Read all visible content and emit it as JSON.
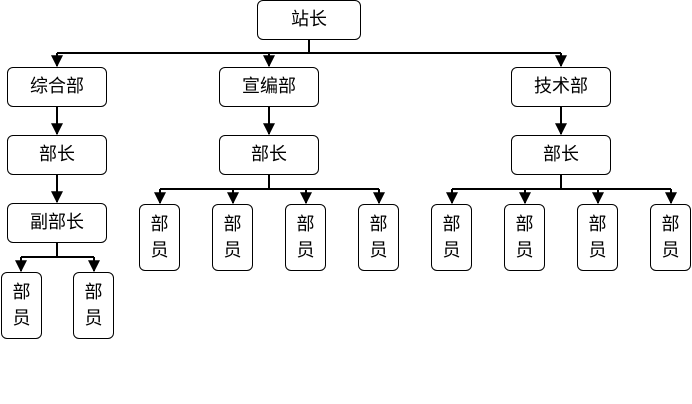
{
  "org": {
    "root": "站长",
    "departments": [
      {
        "name": "综合部",
        "head": "部长",
        "deputy": "副部长",
        "members": [
          [
            "部",
            "员"
          ],
          [
            "部",
            "员"
          ]
        ]
      },
      {
        "name": "宣编部",
        "head": "部长",
        "members": [
          [
            "部",
            "员"
          ],
          [
            "部",
            "员"
          ],
          [
            "部",
            "员"
          ],
          [
            "部",
            "员"
          ]
        ]
      },
      {
        "name": "技术部",
        "head": "部长",
        "members": [
          [
            "部",
            "员"
          ],
          [
            "部",
            "员"
          ],
          [
            "部",
            "员"
          ],
          [
            "部",
            "员"
          ]
        ]
      }
    ]
  },
  "colors": {
    "line": "#000000",
    "box_border": "#000000",
    "background": "#ffffff"
  }
}
